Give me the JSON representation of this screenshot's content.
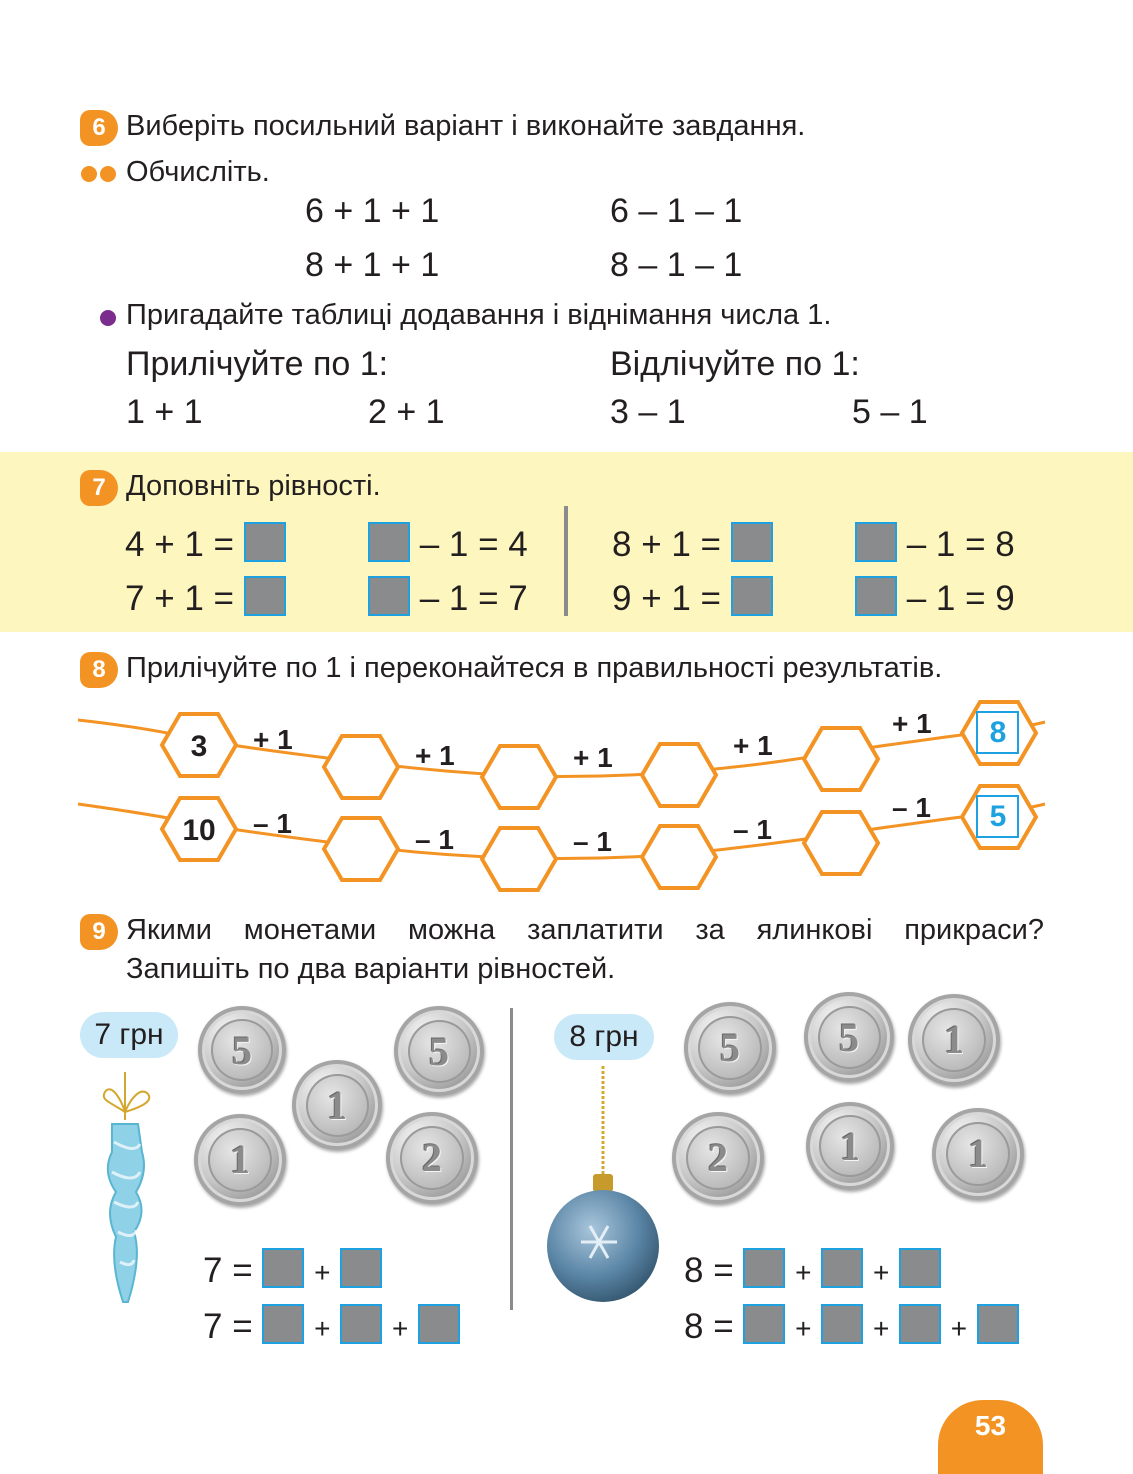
{
  "task6": {
    "number": "6",
    "title": "Виберіть посильний варіант і виконайте завдання.",
    "level2_label": "Обчисліть.",
    "expr_a1": "6 + 1 + 1",
    "expr_a2": "8 + 1 + 1",
    "expr_b1": "6 – 1 – 1",
    "expr_b2": "8 – 1 – 1",
    "level1_label": "Пригадайте таблиці додавання і віднімання числа 1.",
    "count_up": "Прилічуйте по 1:",
    "count_down": "Відлічуйте по 1:",
    "ex1": "1 + 1",
    "ex2": "2 + 1",
    "ex3": "3 – 1",
    "ex4": "5 – 1"
  },
  "task7": {
    "number": "7",
    "title": "Доповніть рівності.",
    "eqs": {
      "a1": "4 + 1 =",
      "a2": "7 + 1 =",
      "b1": "– 1 = 4",
      "b2": "– 1 = 7",
      "c1": "8 + 1 =",
      "c2": "9 + 1 =",
      "d1": "– 1 = 8",
      "d2": "– 1 = 9"
    }
  },
  "task8": {
    "number": "8",
    "title": "Прилічуйте по 1 і переконайтеся в правильності результатів.",
    "row1_start": "3",
    "row1_end": "8",
    "row1_op": "+ 1",
    "row2_start": "10",
    "row2_end": "5",
    "row2_op": "– 1"
  },
  "task9": {
    "number": "9",
    "line1": "Якими монетами можна заплатити за ялинкові прикраси?",
    "line2": "Запишіть по два варіанти рівностей.",
    "price_left": "7 грн",
    "price_right": "8 грн",
    "eq_left_1": "7 =",
    "eq_left_2": "7 =",
    "eq_right_1": "8 =",
    "eq_right_2": "8 =",
    "plus": "+",
    "coins_left": [
      "5",
      "1",
      "5",
      "1",
      "2"
    ],
    "coins_right": [
      "5",
      "5",
      "1",
      "2",
      "1",
      "1"
    ]
  },
  "page_number": "53",
  "colors": {
    "accent": "#f39324",
    "band": "#fdf6bf",
    "answer_blue": "#1da1e0",
    "pill": "#c9e9f8",
    "box_gray": "#8a8b8d",
    "purple_dot": "#7b2d8e"
  }
}
